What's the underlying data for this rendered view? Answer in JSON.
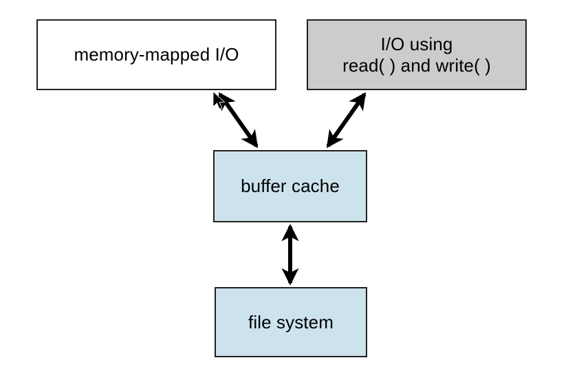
{
  "diagram": {
    "title": "memory-mapped I/O and I/O using read() and write() relationship to buffer cache and file system",
    "background_color": "#ffffff",
    "stroke_color": "#231f20",
    "nodes": [
      {
        "id": "mmio",
        "label": "memory-mapped I/O",
        "fill": "#ffffff",
        "shape": "rectangle"
      },
      {
        "id": "rw",
        "label": "I/O using\nread( ) and write( )",
        "fill": "#cccccc",
        "shape": "rectangle"
      },
      {
        "id": "buffer",
        "label": "buffer cache",
        "fill": "#cce3ed",
        "shape": "rectangle"
      },
      {
        "id": "filesystem",
        "label": "file system",
        "fill": "#cce3ed",
        "shape": "rectangle"
      }
    ],
    "edges": [
      {
        "id": "mmio-buffer",
        "from": "mmio",
        "to": "buffer",
        "style": "double-headed-arrow",
        "orientation": "diagonal"
      },
      {
        "id": "rw-buffer",
        "from": "rw",
        "to": "buffer",
        "style": "double-headed-arrow",
        "orientation": "diagonal"
      },
      {
        "id": "buffer-filesystem",
        "from": "buffer",
        "to": "filesystem",
        "style": "double-headed-arrow",
        "orientation": "vertical"
      }
    ]
  }
}
